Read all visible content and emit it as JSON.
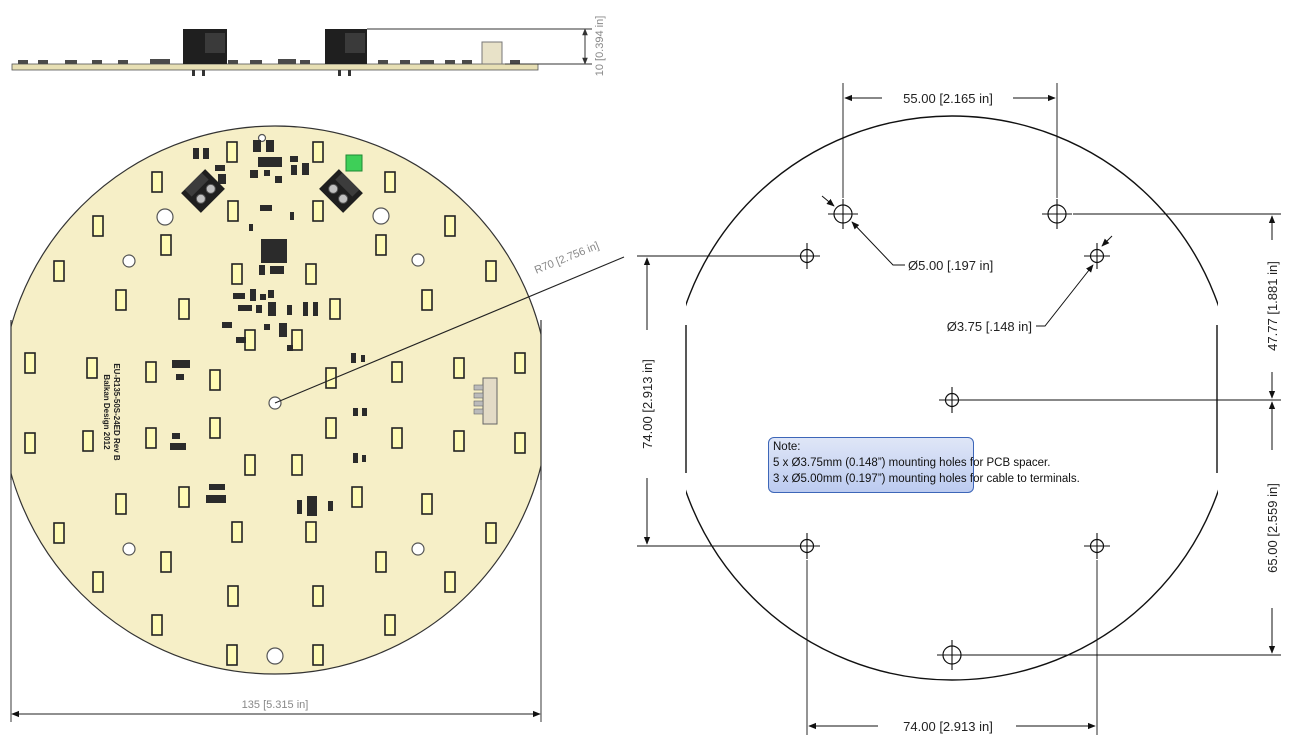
{
  "side_view": {
    "height_label": "10 [0.394 in]"
  },
  "pcb": {
    "silkscreen_line1": "EU-R135-50S-24ED Rev B",
    "silkscreen_line2": "Balkan Design 2012",
    "radius_label": "R70 [2.756 in]",
    "diameter_label": "135 [5.315 in]"
  },
  "drawing": {
    "top_spacing_label": "55.00 [2.165 in]",
    "large_hole_label": "Ø5.00 [.197 in]",
    "small_hole_label": "Ø3.75 [.148 in]",
    "left_vertical_label": "74.00 [2.913 in]",
    "right_upper_label": "47.77 [1.881 in]",
    "right_lower_label": "65.00 [2.559 in]",
    "bottom_spacing_label": "74.00 [2.913 in]"
  },
  "note": {
    "title": "Note:",
    "line1": "5 x Ø3.75mm (0.148”) mounting holes for PCB spacer.",
    "line2": "3 x Ø5.00mm (0.197”) mounting holes for cable to terminals."
  },
  "colors": {
    "pcb": "#f6efc7",
    "led": "#fffbb5",
    "component": "#2b2b2b",
    "note_border": "#3d66b8"
  }
}
